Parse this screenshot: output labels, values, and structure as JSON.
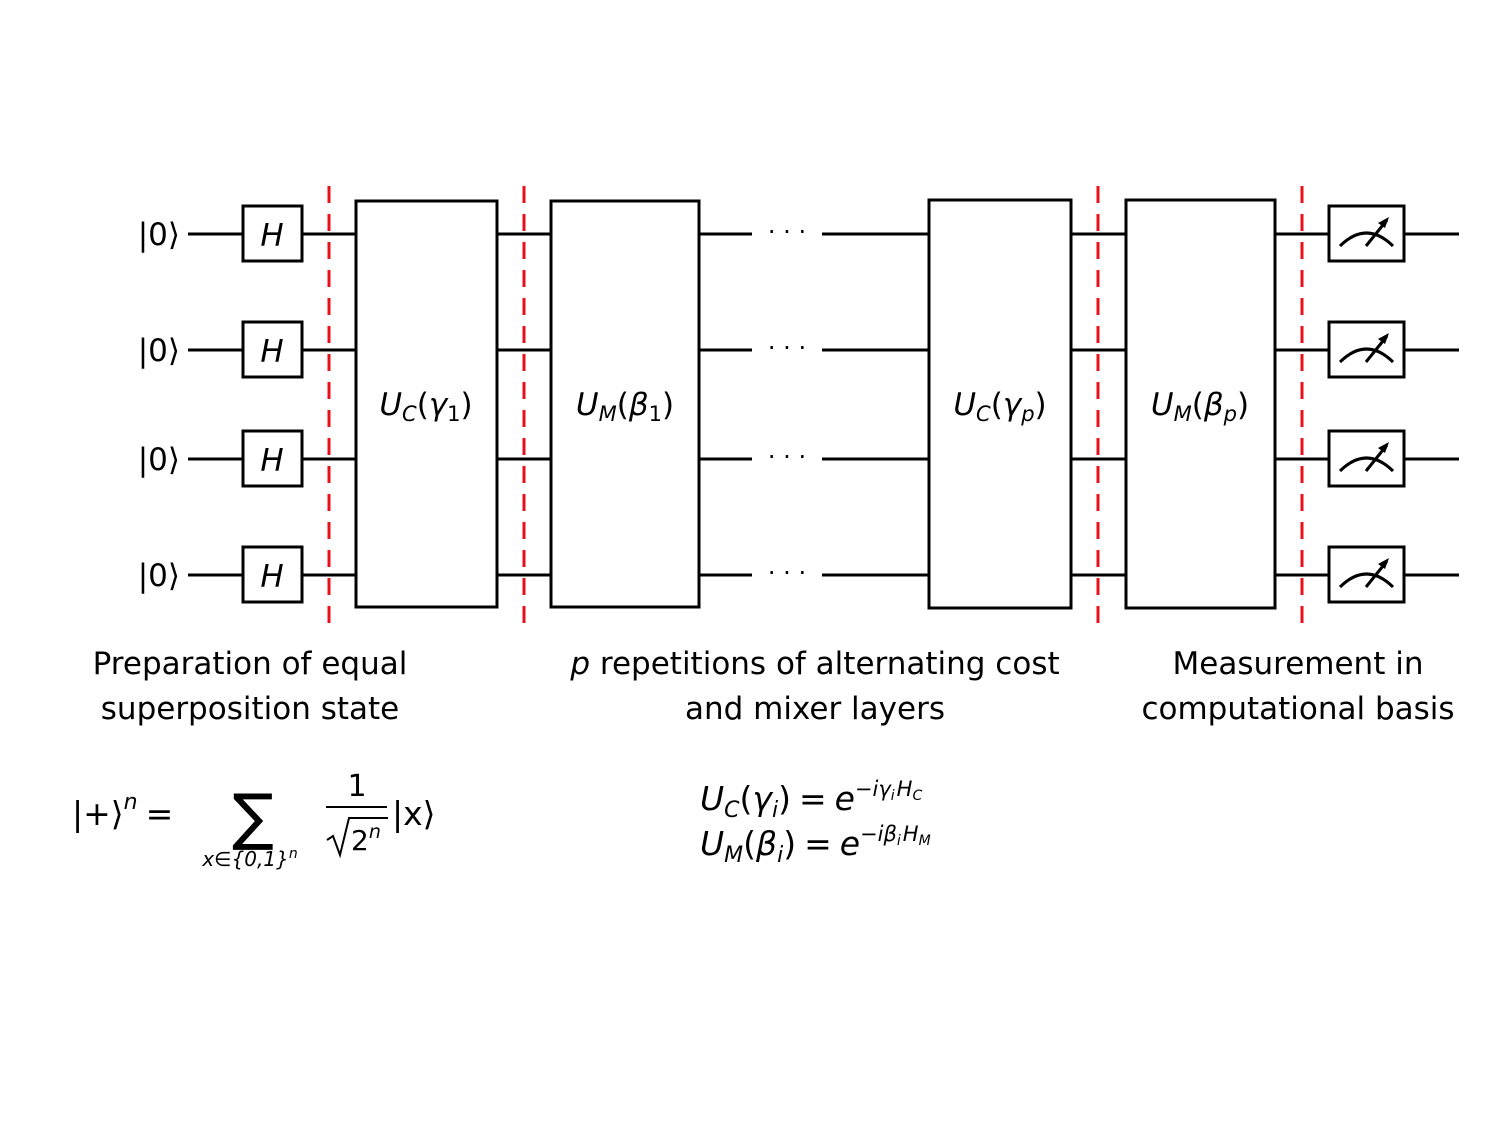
{
  "qubits": [
    {
      "init": "|0⟩"
    },
    {
      "init": "|0⟩"
    },
    {
      "init": "|0⟩"
    },
    {
      "init": "|0⟩"
    }
  ],
  "hadamard": {
    "label": "H"
  },
  "layers": [
    {
      "op": "U",
      "sub": "C",
      "arg": "γ",
      "argsub": "1"
    },
    {
      "op": "U",
      "sub": "M",
      "arg": "β",
      "argsub": "1"
    },
    {
      "op": "U",
      "sub": "C",
      "arg": "γ",
      "argsub": "p"
    },
    {
      "op": "U",
      "sub": "M",
      "arg": "β",
      "argsub": "p"
    }
  ],
  "ellipsis": "· · ·",
  "separator_color": "#e8101a",
  "measurement_icon": "meter-icon",
  "captions": {
    "preparation": [
      "Preparation of equal",
      "superposition state"
    ],
    "repetitions": {
      "var": "p",
      "line1": " repetitions of alternating cost",
      "line2": "and mixer layers"
    },
    "measurement": [
      "Measurement in",
      "computational basis"
    ]
  },
  "equations": {
    "plus_state": {
      "lhs": "|+⟩",
      "power": "n",
      "eq": "=",
      "sum": "∑",
      "sum_sub": "x∈{0,1}",
      "sum_sub_power": "n",
      "numerator": "1",
      "denominator_root": "2",
      "denominator_power": "n",
      "ket": "|x⟩"
    },
    "cost_def": {
      "op": "U",
      "sub": "C",
      "arg": "γ",
      "argsub": "i",
      "rhs_base": "e",
      "rhs_exp": "−iγ",
      "rhs_exp_sub": "i",
      "rhs_ham": "H",
      "rhs_ham_sub": "C"
    },
    "mixer_def": {
      "op": "U",
      "sub": "M",
      "arg": "β",
      "argsub": "i",
      "rhs_base": "e",
      "rhs_exp": "−iβ",
      "rhs_exp_sub": "i",
      "rhs_ham": "H",
      "rhs_ham_sub": "M"
    }
  }
}
